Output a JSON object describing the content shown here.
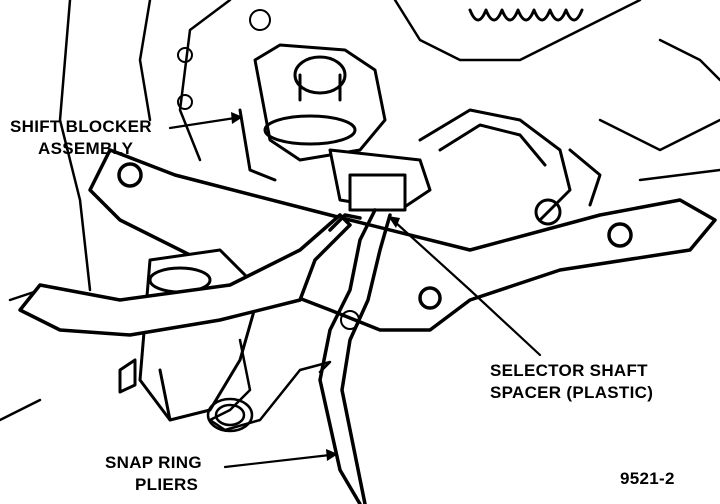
{
  "labels": {
    "shift_blocker": {
      "line1": "SHIFT BLOCKER",
      "line2": "ASSEMBLY"
    },
    "selector_spacer": {
      "line1": "SELECTOR SHAFT",
      "line2": "SPACER (PLASTIC)"
    },
    "snap_ring_pliers": {
      "line1": "SNAP RING",
      "line2": "PLIERS"
    },
    "figure_number": "9521-2"
  },
  "colors": {
    "ink": "#000000",
    "paper": "#ffffff"
  }
}
